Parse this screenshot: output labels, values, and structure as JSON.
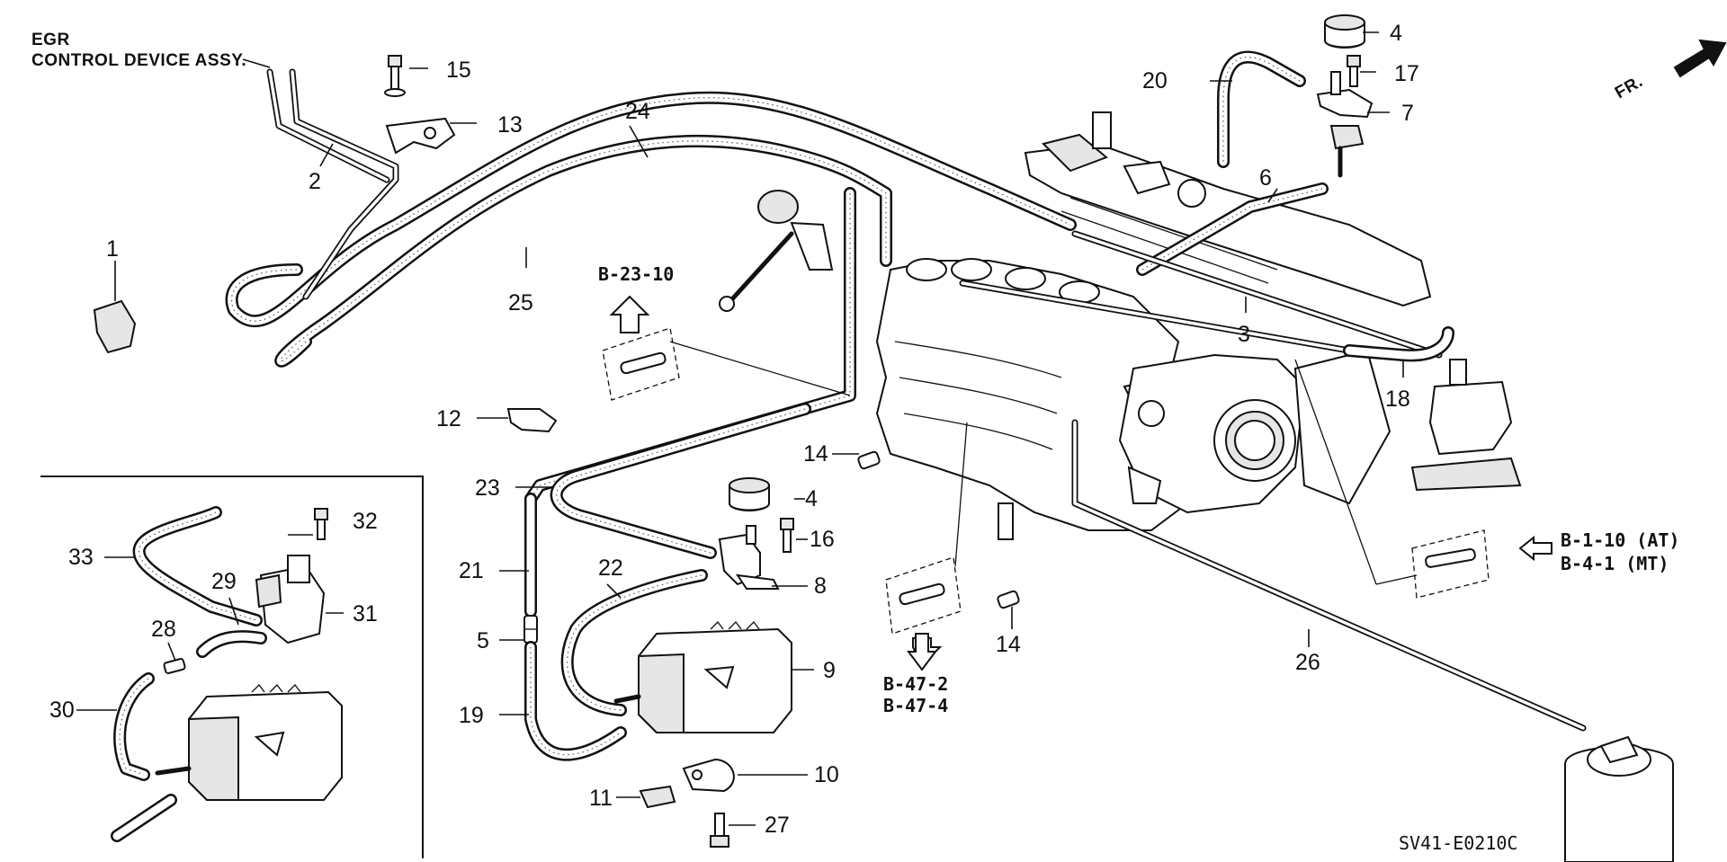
{
  "diagram": {
    "header_label": "EGR\nCONTROL DEVICE ASSY.",
    "header_line1": "EGR",
    "header_line2": "CONTROL DEVICE ASSY.",
    "direction_label": "FR.",
    "diagram_code": "SV41-E0210C",
    "references": {
      "b_23_10": "B-23-10",
      "b_1_10": "B-1-10 (AT)",
      "b_4_1": "B-4-1  (MT)",
      "b_47_2": "B-47-2",
      "b_47_4": "B-47-4"
    },
    "callouts": [
      {
        "id": "c1",
        "text": "1"
      },
      {
        "id": "c2",
        "text": "2"
      },
      {
        "id": "c3",
        "text": "3"
      },
      {
        "id": "c4a",
        "text": "4"
      },
      {
        "id": "c4b",
        "text": "4"
      },
      {
        "id": "c5",
        "text": "5"
      },
      {
        "id": "c6",
        "text": "6"
      },
      {
        "id": "c7",
        "text": "7"
      },
      {
        "id": "c8",
        "text": "8"
      },
      {
        "id": "c9",
        "text": "9"
      },
      {
        "id": "c10",
        "text": "10"
      },
      {
        "id": "c11",
        "text": "11"
      },
      {
        "id": "c12",
        "text": "12"
      },
      {
        "id": "c13",
        "text": "13"
      },
      {
        "id": "c14a",
        "text": "14"
      },
      {
        "id": "c14b",
        "text": "14"
      },
      {
        "id": "c15",
        "text": "15"
      },
      {
        "id": "c16",
        "text": "16"
      },
      {
        "id": "c17",
        "text": "17"
      },
      {
        "id": "c18",
        "text": "18"
      },
      {
        "id": "c19",
        "text": "19"
      },
      {
        "id": "c20",
        "text": "20"
      },
      {
        "id": "c21",
        "text": "21"
      },
      {
        "id": "c22",
        "text": "22"
      },
      {
        "id": "c23",
        "text": "23"
      },
      {
        "id": "c24",
        "text": "24"
      },
      {
        "id": "c25",
        "text": "25"
      },
      {
        "id": "c26",
        "text": "26"
      },
      {
        "id": "c27",
        "text": "27"
      },
      {
        "id": "c28",
        "text": "28"
      },
      {
        "id": "c29",
        "text": "29"
      },
      {
        "id": "c30",
        "text": "30"
      },
      {
        "id": "c31",
        "text": "31"
      },
      {
        "id": "c32",
        "text": "32"
      },
      {
        "id": "c33",
        "text": "33"
      }
    ]
  }
}
